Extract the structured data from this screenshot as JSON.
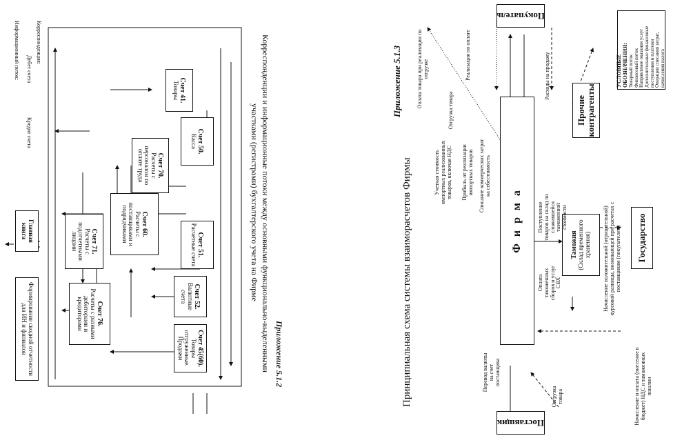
{
  "left_page": {
    "appendix": "Приложение 5.1.2",
    "title_line1": "Корреспонденции и информационные потоки между основными функционально-выделенными",
    "title_line2": "участками (регистрами) бухгалтерского учета на Фирме",
    "legend": {
      "correspondence": "Корреспонденция:",
      "debit": "Дебет счета",
      "credit": "Кредит счета",
      "info_flow": "Информационный поток:"
    },
    "accounts": {
      "a41_title": "Счет 41.",
      "a41_text": "Товары",
      "a50_title": "Счет 50.",
      "a50_text": "Касса",
      "a70_title": "Счет 70.",
      "a70_text": "Расчеты с персоналом по оплате труда",
      "a4560_title": "Счет 45(60).",
      "a4560_text": "Товары отгруженные. Продажи",
      "a51_title": "Счет 51.",
      "a51_text": "Расчетные счета",
      "a60_title": "Счет 60.",
      "a60_text": "Расчеты с поставщиками и подрядчиками",
      "a71_title": "Счет 71.",
      "a71_text": "Расчеты с подотчетными лицами",
      "a52_title": "Счет 52.",
      "a52_text": "Валютные счета",
      "a76_title": "Счет 76.",
      "a76_text": "Расчеты с разными дебиторами и кредиторами"
    },
    "ledger": "Главная книга",
    "report": "Формирование сводной отчетности для ИН и филиалов"
  },
  "right_page": {
    "appendix": "Приложение 5.1.3",
    "title": "Принципиальная схема системы взаиморасчетов Фирмы",
    "nodes": {
      "buyer": "Покупатель",
      "firm": "Ф и р м а",
      "supplier": "Поставщик",
      "customs_title": "Таможня",
      "customs_sub": "(Склад временного хранения)",
      "others": "Прочие контрагенты",
      "state": "Государство"
    },
    "legend": {
      "title": "УСЛОВНЫЕ ОБОЗНАЧЕНИЯ:",
      "goods": "Товарный поток",
      "finance": "Финансовый поток",
      "services": "Направление оказания услуг",
      "extra": "Дополнительные финансовые поступления и платежи",
      "writeoff": "Операции списания затрат, начисления налога"
    },
    "labels": {
      "shipment_goods_top": "Отгрузка товара",
      "sale_payment": "Реализация по оплате",
      "payment_goods": "Оплата товара при реализации по отгрузке",
      "sales_expenses": "Расходы на продажу",
      "import_cost": "Учетная стоимость импортных реализованных товаров, включая НДС",
      "import_profit": "Прибыль от реализации импортных товаров",
      "commercial_costs": "Списание коммерческих затрат на себестоимость",
      "receipt_goods": "Поступление товаров на склад по сложившейся таможенной стоимости",
      "customs_payment": "Оплата таможенных сборов и услуг СВХ",
      "fx_diff": "Начисление положительной (отрицательной) курсовой разницы, возникающей при расчетах с поставщиком (покупателем)",
      "fx_transfer": "Перевод валюты на счет поставщика",
      "shipment_goods_bottom": "Отгрузка товара",
      "vat_payment": "Начисление и оплата (внесение в бюджет) НДС и таможенных пошлин"
    }
  }
}
